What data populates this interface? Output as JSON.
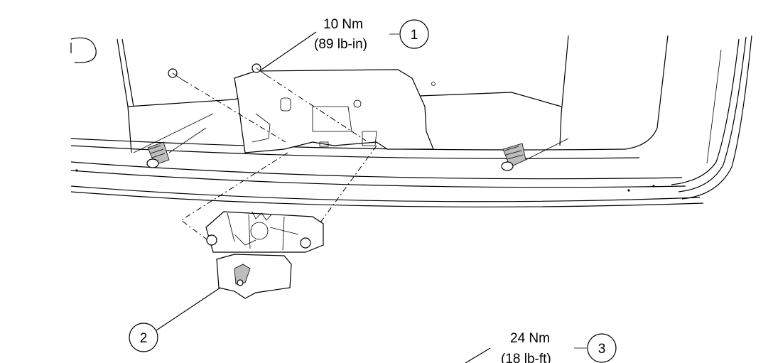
{
  "callouts": [
    {
      "number": "1",
      "torque_nm": "10 Nm",
      "torque_imperial": "(89 lb-in)"
    },
    {
      "number": "2"
    },
    {
      "number": "3",
      "torque_nm": "24 Nm",
      "torque_imperial": "(18 lb-ft)"
    }
  ]
}
